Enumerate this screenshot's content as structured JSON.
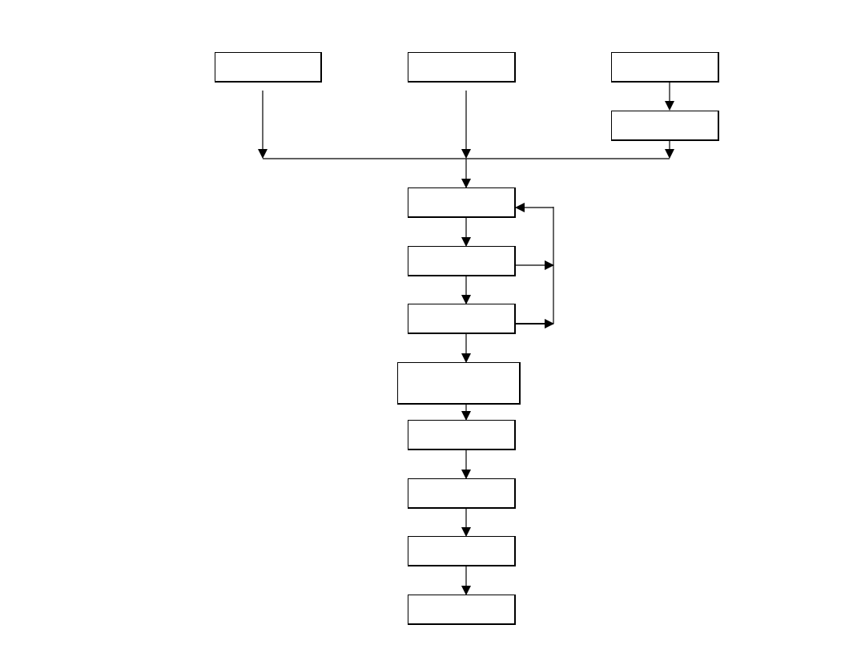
{
  "diagram": {
    "line_color": "#000000",
    "box_fill": "#ffffff",
    "nodes": [
      {
        "id": "input-left",
        "label": ""
      },
      {
        "id": "input-center",
        "label": ""
      },
      {
        "id": "input-right",
        "label": ""
      },
      {
        "id": "input-right-sub",
        "label": ""
      },
      {
        "id": "step-1",
        "label": ""
      },
      {
        "id": "step-2",
        "label": ""
      },
      {
        "id": "step-3",
        "label": ""
      },
      {
        "id": "step-4",
        "label": ""
      },
      {
        "id": "step-5",
        "label": ""
      },
      {
        "id": "step-6",
        "label": ""
      },
      {
        "id": "step-7",
        "label": ""
      },
      {
        "id": "step-8",
        "label": ""
      }
    ]
  }
}
